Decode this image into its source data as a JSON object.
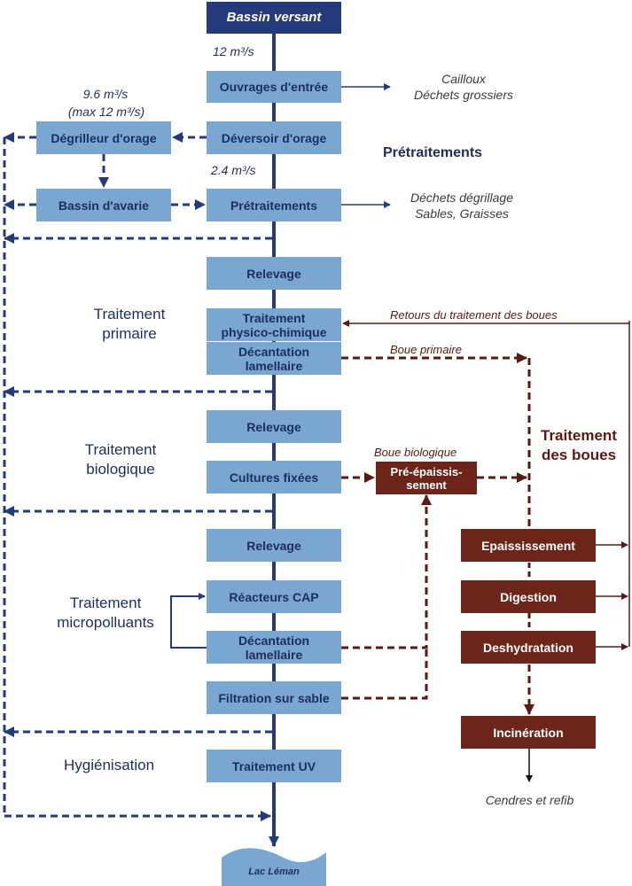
{
  "colors": {
    "main_box": "#7aa7d2",
    "header_box": "#243a7a",
    "sludge_box": "#6e2519",
    "water_line": "#243a7a",
    "sludge_line": "#5a1a12"
  },
  "source": {
    "label": "Bassin versant"
  },
  "outlet": {
    "label": "Lac Léman"
  },
  "flows": {
    "inlet": "12 m³/s",
    "bypass": "9.6 m³/s",
    "bypass_max": "(max 12 m³/s)",
    "treated": "2.4 m³/s"
  },
  "main_steps": {
    "ouvrages": "Ouvrages d'entrée",
    "deversoir": "Déversoir d'orage",
    "pretraitements": "Prétraitements",
    "relevage1": "Relevage",
    "physico_1": "Traitement",
    "physico_2": "physico-chimique",
    "decant1_1": "Décantation",
    "decant1_2": "lamellaire",
    "relevage2": "Relevage",
    "cultures": "Cultures fixées",
    "relevage3": "Relevage",
    "reacteurs": "Réacteurs CAP",
    "decant2_1": "Décantation",
    "decant2_2": "lamellaire",
    "filtration": "Filtration sur sable",
    "uv": "Traitement UV"
  },
  "side_steps": {
    "degrilleur": "Dégrilleur d'orage",
    "avarie": "Bassin d'avarie"
  },
  "outputs": {
    "ouvrages_1": "Cailloux",
    "ouvrages_2": "Déchets grossiers",
    "pretraitement_1": "Déchets dégrillage",
    "pretraitement_2": "Sables, Graisses",
    "cendres": "Cendres et refib"
  },
  "sections": {
    "pretraitements": "Prétraitements",
    "primaire_1": "Traitement",
    "primaire_2": "primaire",
    "biologique_1": "Traitement",
    "biologique_2": "biologique",
    "micro_1": "Traitement",
    "micro_2": "micropolluants",
    "hygienisation": "Hygiénisation",
    "boues_1": "Traitement",
    "boues_2": "des boues"
  },
  "sludge": {
    "retours": "Retours du traitement des boues",
    "boue_primaire": "Boue primaire",
    "boue_biologique": "Boue biologique",
    "pre_epaiss_1": "Pré-épaissis-",
    "pre_epaiss_2": "sement",
    "epaississement": "Epaississement",
    "digestion": "Digestion",
    "deshydratation": "Deshydratation",
    "incineration": "Incinération"
  }
}
